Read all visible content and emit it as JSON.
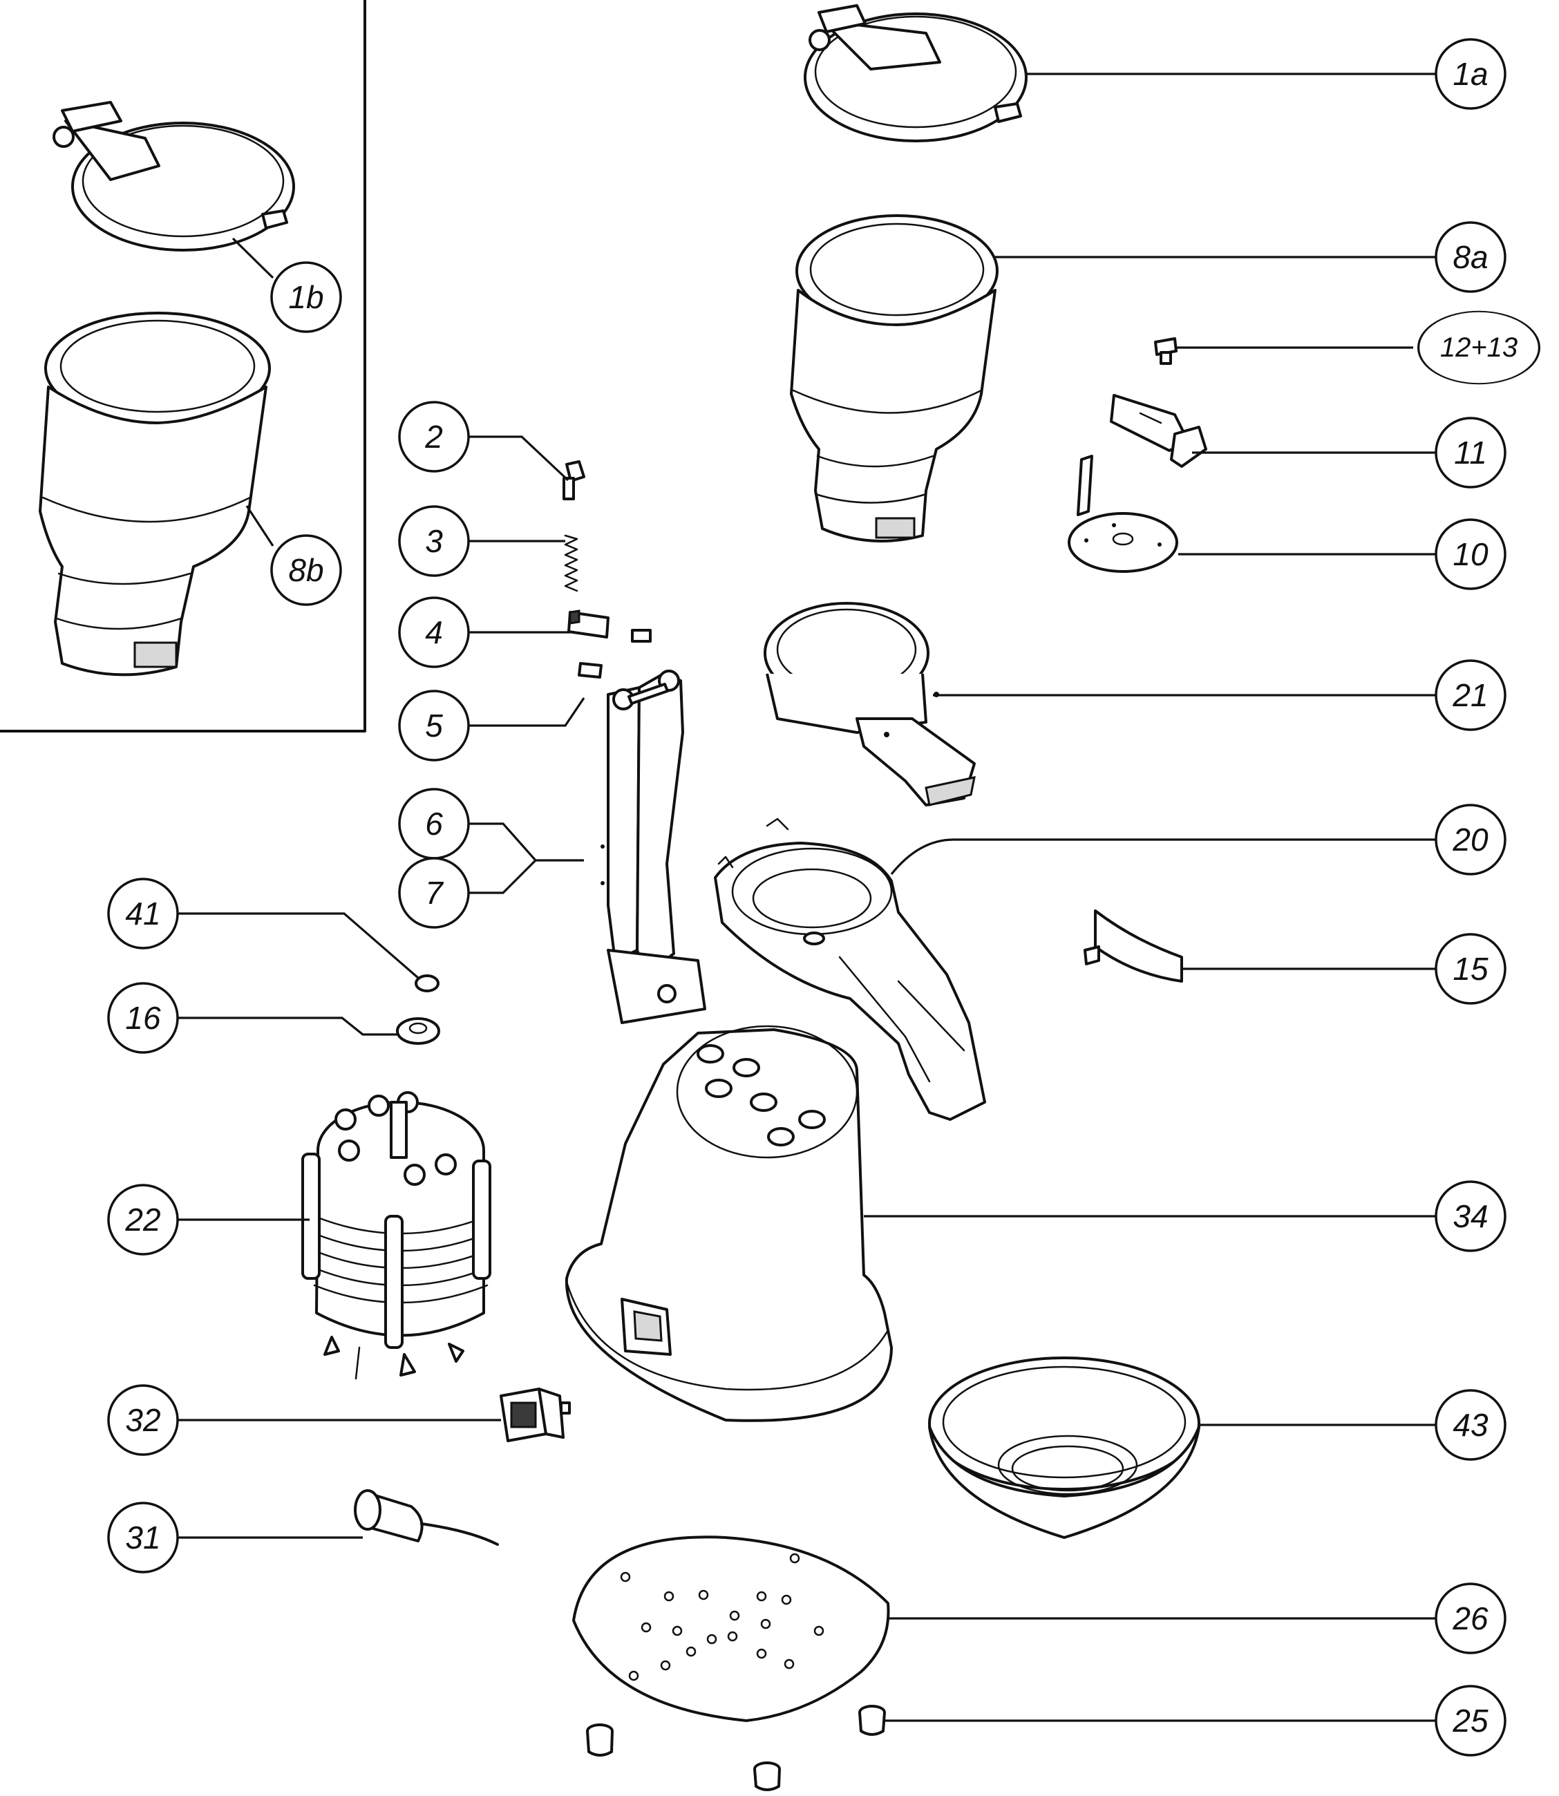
{
  "labels": [
    {
      "id": "1a",
      "text": "1a"
    },
    {
      "id": "1b",
      "text": "1b"
    },
    {
      "id": "8a",
      "text": "8a"
    },
    {
      "id": "8b",
      "text": "8b"
    },
    {
      "id": "12+13",
      "text": "12+13"
    },
    {
      "id": "2",
      "text": "2"
    },
    {
      "id": "3",
      "text": "3"
    },
    {
      "id": "4",
      "text": "4"
    },
    {
      "id": "5",
      "text": "5"
    },
    {
      "id": "6",
      "text": "6"
    },
    {
      "id": "7",
      "text": "7"
    },
    {
      "id": "11",
      "text": "11"
    },
    {
      "id": "10",
      "text": "10"
    },
    {
      "id": "21",
      "text": "21"
    },
    {
      "id": "20",
      "text": "20"
    },
    {
      "id": "41",
      "text": "41"
    },
    {
      "id": "16",
      "text": "16"
    },
    {
      "id": "15",
      "text": "15"
    },
    {
      "id": "22",
      "text": "22"
    },
    {
      "id": "34",
      "text": "34"
    },
    {
      "id": "32",
      "text": "32"
    },
    {
      "id": "43",
      "text": "43"
    },
    {
      "id": "31",
      "text": "31"
    },
    {
      "id": "26",
      "text": "26"
    },
    {
      "id": "25",
      "text": "25"
    }
  ]
}
